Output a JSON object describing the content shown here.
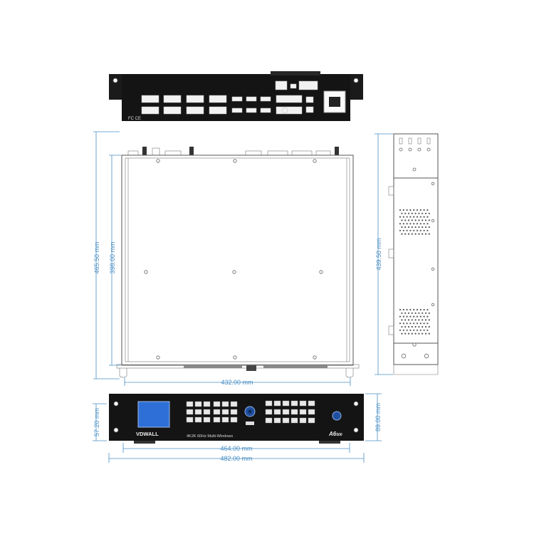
{
  "dimensions": {
    "top_depth": "465.50 mm",
    "inner_depth": "398.00 mm",
    "inner_width": "432.00 mm",
    "side_depth": "439.50 mm",
    "front_height_body": "57.20 mm",
    "front_height_total": "89.00 mm",
    "body_width": "464.00 mm",
    "total_width": "482.00 mm"
  },
  "front_panel": {
    "brand": "VDWALL",
    "subtitle": "4K2K 60Hz  Multi-Windows",
    "model": "A6",
    "model_suffix": "500"
  },
  "rear_panel": {
    "marks": "FC CE"
  },
  "colors": {
    "dimension": "#4a8fc4",
    "device_body": "#141414",
    "screen": "#2d6fd6",
    "outline": "#555555"
  }
}
